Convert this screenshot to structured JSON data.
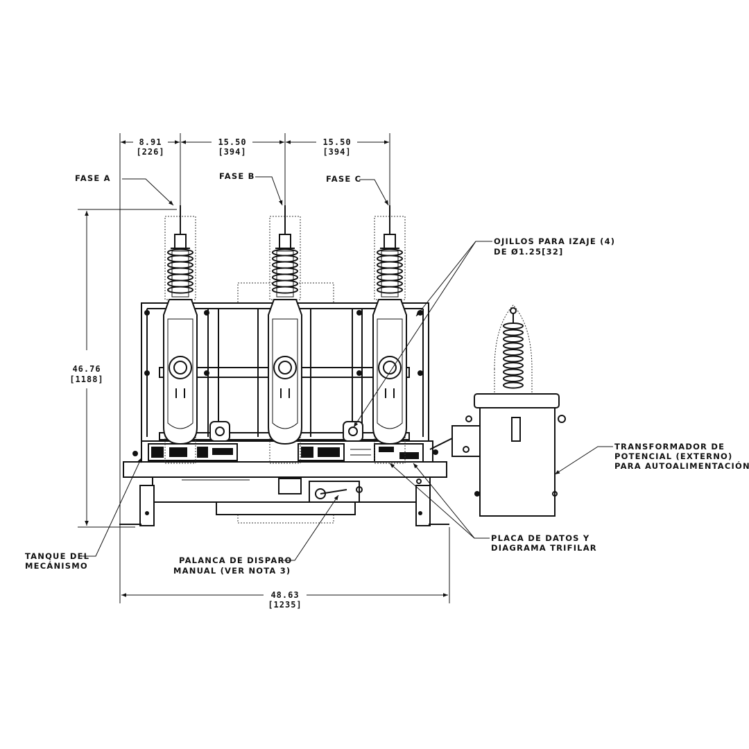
{
  "dimensions": {
    "phase_a_offset": {
      "value": "8.91",
      "mm": "[226]"
    },
    "phase_ab": {
      "value": "15.50",
      "mm": "[394]"
    },
    "phase_bc": {
      "value": "15.50",
      "mm": "[394]"
    },
    "height": {
      "value": "46.76",
      "mm": "[1188]"
    },
    "width": {
      "value": "48.63",
      "mm": "[1235]"
    }
  },
  "labels": {
    "fase_a": "FASE A",
    "fase_b": "FASE B",
    "fase_c": "FASE C",
    "lifting_eyes_1": "OJILLOS PARA IZAJE (4)",
    "lifting_eyes_2": "DE Ø1.25[32]",
    "transformer_1": "TRANSFORMADOR DE",
    "transformer_2": "POTENCIAL (EXTERNO)",
    "transformer_3": "PARA AUTOALIMENTACIÓN",
    "nameplate_1": "PLACA DE DATOS Y",
    "nameplate_2": "DIAGRAMA TRIFILAR",
    "trip_lever_1": "PALANCA DE DISPARO",
    "trip_lever_2": "MANUAL (VER NOTA 3)",
    "mech_tank_1": "TANQUE DEL",
    "mech_tank_2": "MECÁNISMO"
  }
}
